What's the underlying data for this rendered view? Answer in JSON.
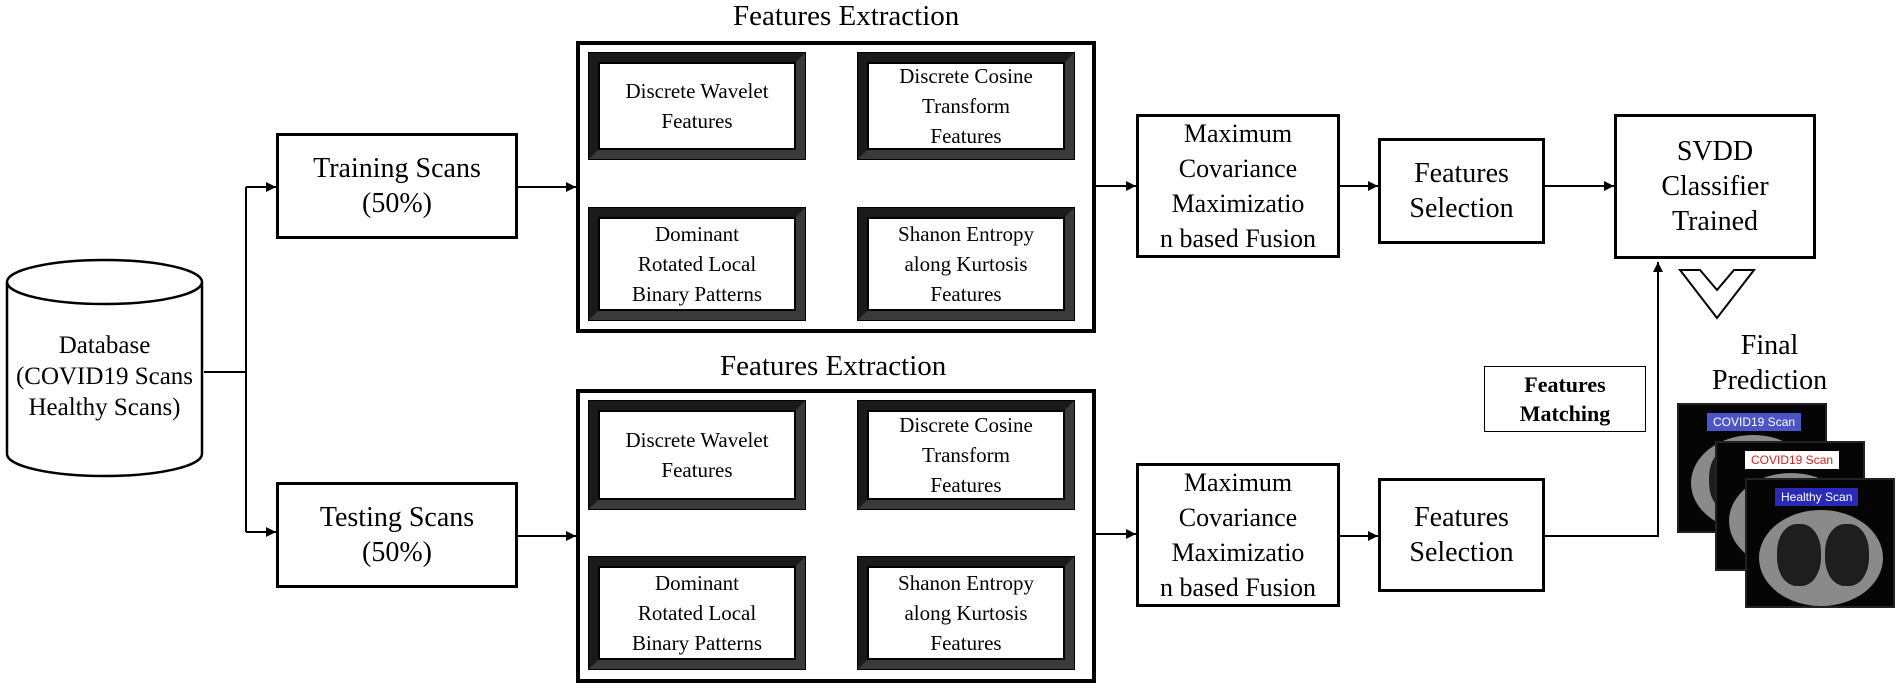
{
  "database": {
    "label": "Database\n(COVID19 Scans\nHealthy Scans)"
  },
  "training": {
    "label": "Training Scans\n(50%)"
  },
  "testing": {
    "label": "Testing Scans\n(50%)"
  },
  "extraction_top": {
    "title": "Features Extraction",
    "features": [
      "Discrete Wavelet\nFeatures",
      "Discrete Cosine\nTransform\nFeatures",
      "Dominant\nRotated Local\nBinary Patterns",
      "Shanon Entropy\nalong Kurtosis\nFeatures"
    ]
  },
  "extraction_bottom": {
    "title": "Features Extraction",
    "features": [
      "Discrete Wavelet\nFeatures",
      "Discrete Cosine\nTransform\nFeatures",
      "Dominant\nRotated Local\nBinary Patterns",
      "Shanon Entropy\nalong Kurtosis\nFeatures"
    ]
  },
  "fusion_top": {
    "label": "Maximum\nCovariance\nMaximizatio\nn based Fusion"
  },
  "fusion_bottom": {
    "label": "Maximum\nCovariance\nMaximizatio\nn based Fusion"
  },
  "selection_top": {
    "label": "Features\nSelection"
  },
  "selection_bottom": {
    "label": "Features\nSelection"
  },
  "classifier": {
    "label": "SVDD\nClassifier\nTrained"
  },
  "matching": {
    "label": "Features\nMatching"
  },
  "final": {
    "label": "Final\nPrediction"
  },
  "scans": [
    {
      "tag": "COVID19 Scan",
      "tag_color": "#4b55c8",
      "text_color": "#ffffff"
    },
    {
      "tag": "COVID19 Scan",
      "tag_color": "#ffffff",
      "text_color": "#d42020"
    },
    {
      "tag": "Healthy Scan",
      "tag_color": "#2a2ab8",
      "text_color": "#ffffff"
    }
  ]
}
